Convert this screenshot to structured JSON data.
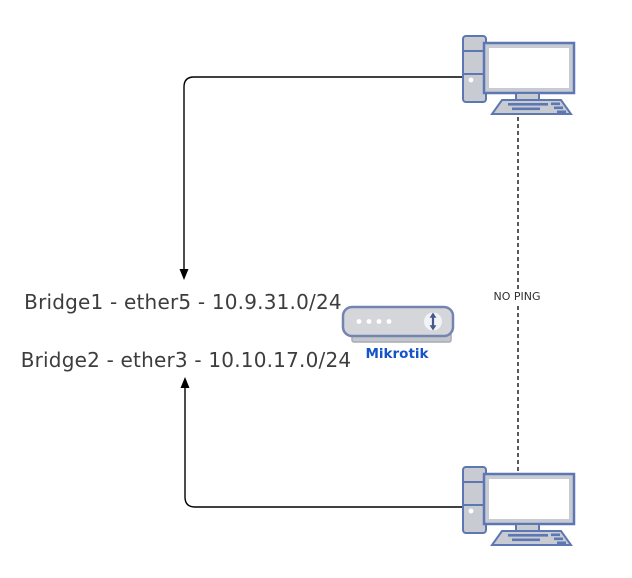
{
  "diagram": {
    "background": "#ffffff",
    "labels": {
      "bridge1": "Bridge1 - ether5 - 10.9.31.0/24",
      "bridge2": "Bridge2 - ether3 - 10.10.17.0/24",
      "router": "Mikrotik",
      "no_ping": "NO PING"
    },
    "nodes": [
      {
        "id": "computer-top",
        "type": "desktop-computer",
        "position": "top-right"
      },
      {
        "id": "computer-bottom",
        "type": "desktop-computer",
        "position": "bottom-right"
      },
      {
        "id": "router",
        "type": "router-appliance",
        "label": "Mikrotik",
        "position": "center"
      }
    ],
    "edges": [
      {
        "from": "computer-top",
        "to": "bridge1-label",
        "style": "solid",
        "arrowhead": "down"
      },
      {
        "from": "computer-bottom",
        "to": "bridge2-label",
        "style": "solid",
        "arrowhead": "up"
      },
      {
        "from": "computer-top",
        "to": "computer-bottom",
        "style": "dashed",
        "label": "NO PING"
      }
    ],
    "colors": {
      "icon_stroke": "#5d77b2",
      "icon_fill": "#c8ccd2",
      "router_fill": "#d4d6da",
      "router_stroke": "#7484b0",
      "router_arrow": "#46598f",
      "mikrotik_text": "#1453c8",
      "label_text": "#3d3d3d",
      "connector": "#000000"
    }
  }
}
